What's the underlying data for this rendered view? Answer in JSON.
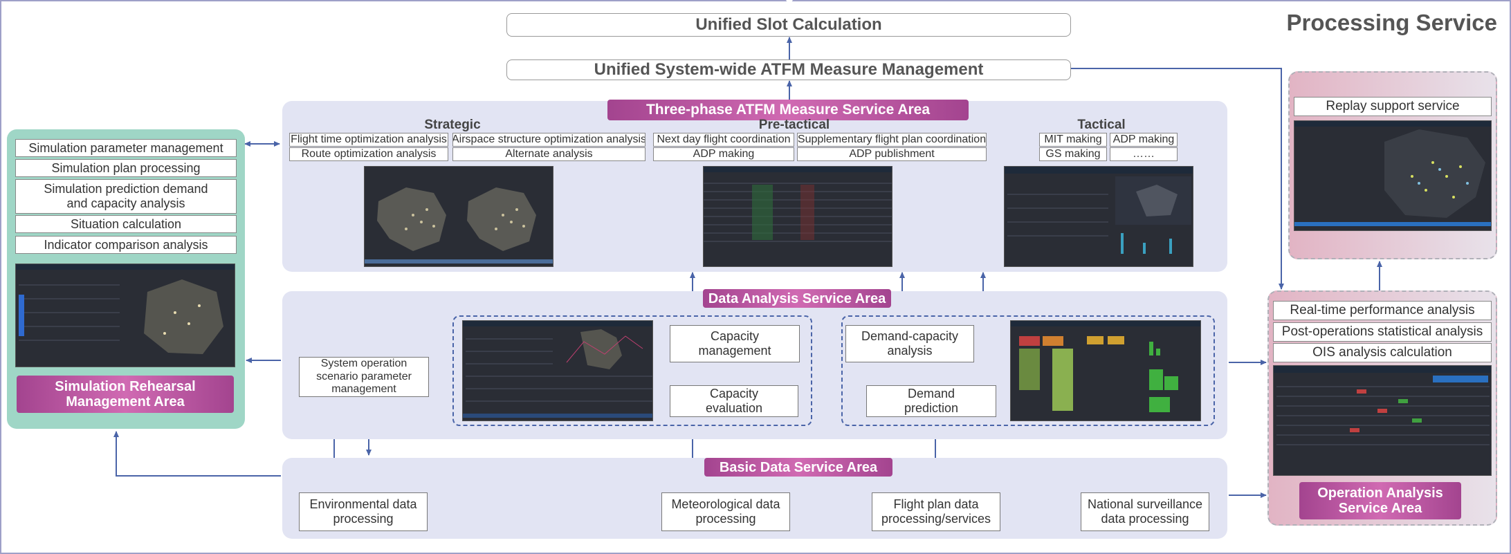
{
  "header": {
    "processing_service": "Processing Service",
    "unified_slot": "Unified Slot Calculation",
    "unified_atfm": "Unified System-wide ATFM Measure Management"
  },
  "three_phase": {
    "title": "Three-phase ATFM Measure Service Area",
    "strategic": {
      "heading": "Strategic",
      "items": [
        "Flight time optimization analysis",
        "Airspace structure optimization analysis",
        "Route optimization analysis",
        "Alternate analysis"
      ]
    },
    "pretactical": {
      "heading": "Pre-tactical",
      "items": [
        "Next day flight coordination",
        "Supplementary flight plan coordination",
        "ADP making",
        "ADP publishment"
      ]
    },
    "tactical": {
      "heading": "Tactical",
      "items": [
        "MIT making",
        "ADP making",
        "GS making",
        "……"
      ]
    }
  },
  "simulation": {
    "items": [
      "Simulation parameter management",
      "Simulation plan processing",
      "Simulation prediction demand and capacity analysis",
      "Situation calculation",
      "Indicator comparison analysis"
    ],
    "title": "Simulation Rehearsal Management Area"
  },
  "data_analysis": {
    "title": "Data Analysis Service Area",
    "scenario": "System operation scenario parameter management",
    "capacity_management": "Capacity management",
    "capacity_evaluation": "Capacity evaluation",
    "demand_capacity": "Demand-capacity analysis",
    "demand_prediction": "Demand prediction"
  },
  "basic_data": {
    "title": "Basic Data Service Area",
    "environmental": "Environmental data processing",
    "meteorological": "Meteorological data processing",
    "flight_plan": "Flight plan data processing/services",
    "surveillance": "National surveillance data processing"
  },
  "operation_analysis": {
    "replay": "Replay support service",
    "items": [
      "Real-time performance analysis",
      "Post-operations statistical analysis",
      "OIS analysis calculation"
    ],
    "title": "Operation Analysis Service Area"
  },
  "colors": {
    "accent_magenta": "#b8539f",
    "arrow_blue": "#4a64a8",
    "panel_lavender": "#e2e4f3",
    "sim_teal": "#9fd6c6",
    "ops_pink": "#e4b8c8"
  }
}
